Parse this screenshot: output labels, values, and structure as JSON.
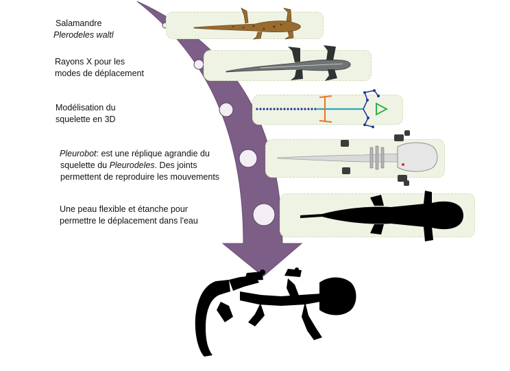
{
  "colors": {
    "arrow": "#7d5e87",
    "dot": "#f2eef4",
    "band_fill": "#eff3e4",
    "band_border": "#d2ddb6",
    "orange": "#e8742a",
    "blue": "#23399a",
    "teal": "#2aa7b8",
    "green": "#33b04a",
    "robot": "#000000"
  },
  "steps": [
    {
      "id": "salamander",
      "line1": "Salamandre",
      "line2": "Plerodeles waltl"
    },
    {
      "id": "xray",
      "line1": "Rayons X pour les",
      "line2": "modes de déplacement"
    },
    {
      "id": "model",
      "line1": "Modélisation du",
      "line2": "squelette en 3D"
    },
    {
      "id": "pleurobot",
      "line1_italic": "Pleurobot",
      "line1_rest": ":  est une réplique agrandie du",
      "line2_start": "squelette du ",
      "line2_italic": "Pleurodeles",
      "line2_end": ". Des joints",
      "line3": "permettent de reproduire les mouvements"
    },
    {
      "id": "skin",
      "line1": "Une peau flexible et étanche pour",
      "line2": "permettre le déplacement dans l'eau"
    }
  ],
  "icons": {
    "arrow": "curved-progress-arrow",
    "salamander": "salamander-photo",
    "xray": "xray-salamander",
    "model": "skeleton-3d-model",
    "robot": "pleurobot-skeleton",
    "silhouette": "pleurobot-silhouette",
    "final": "final-robot-silhouette"
  }
}
